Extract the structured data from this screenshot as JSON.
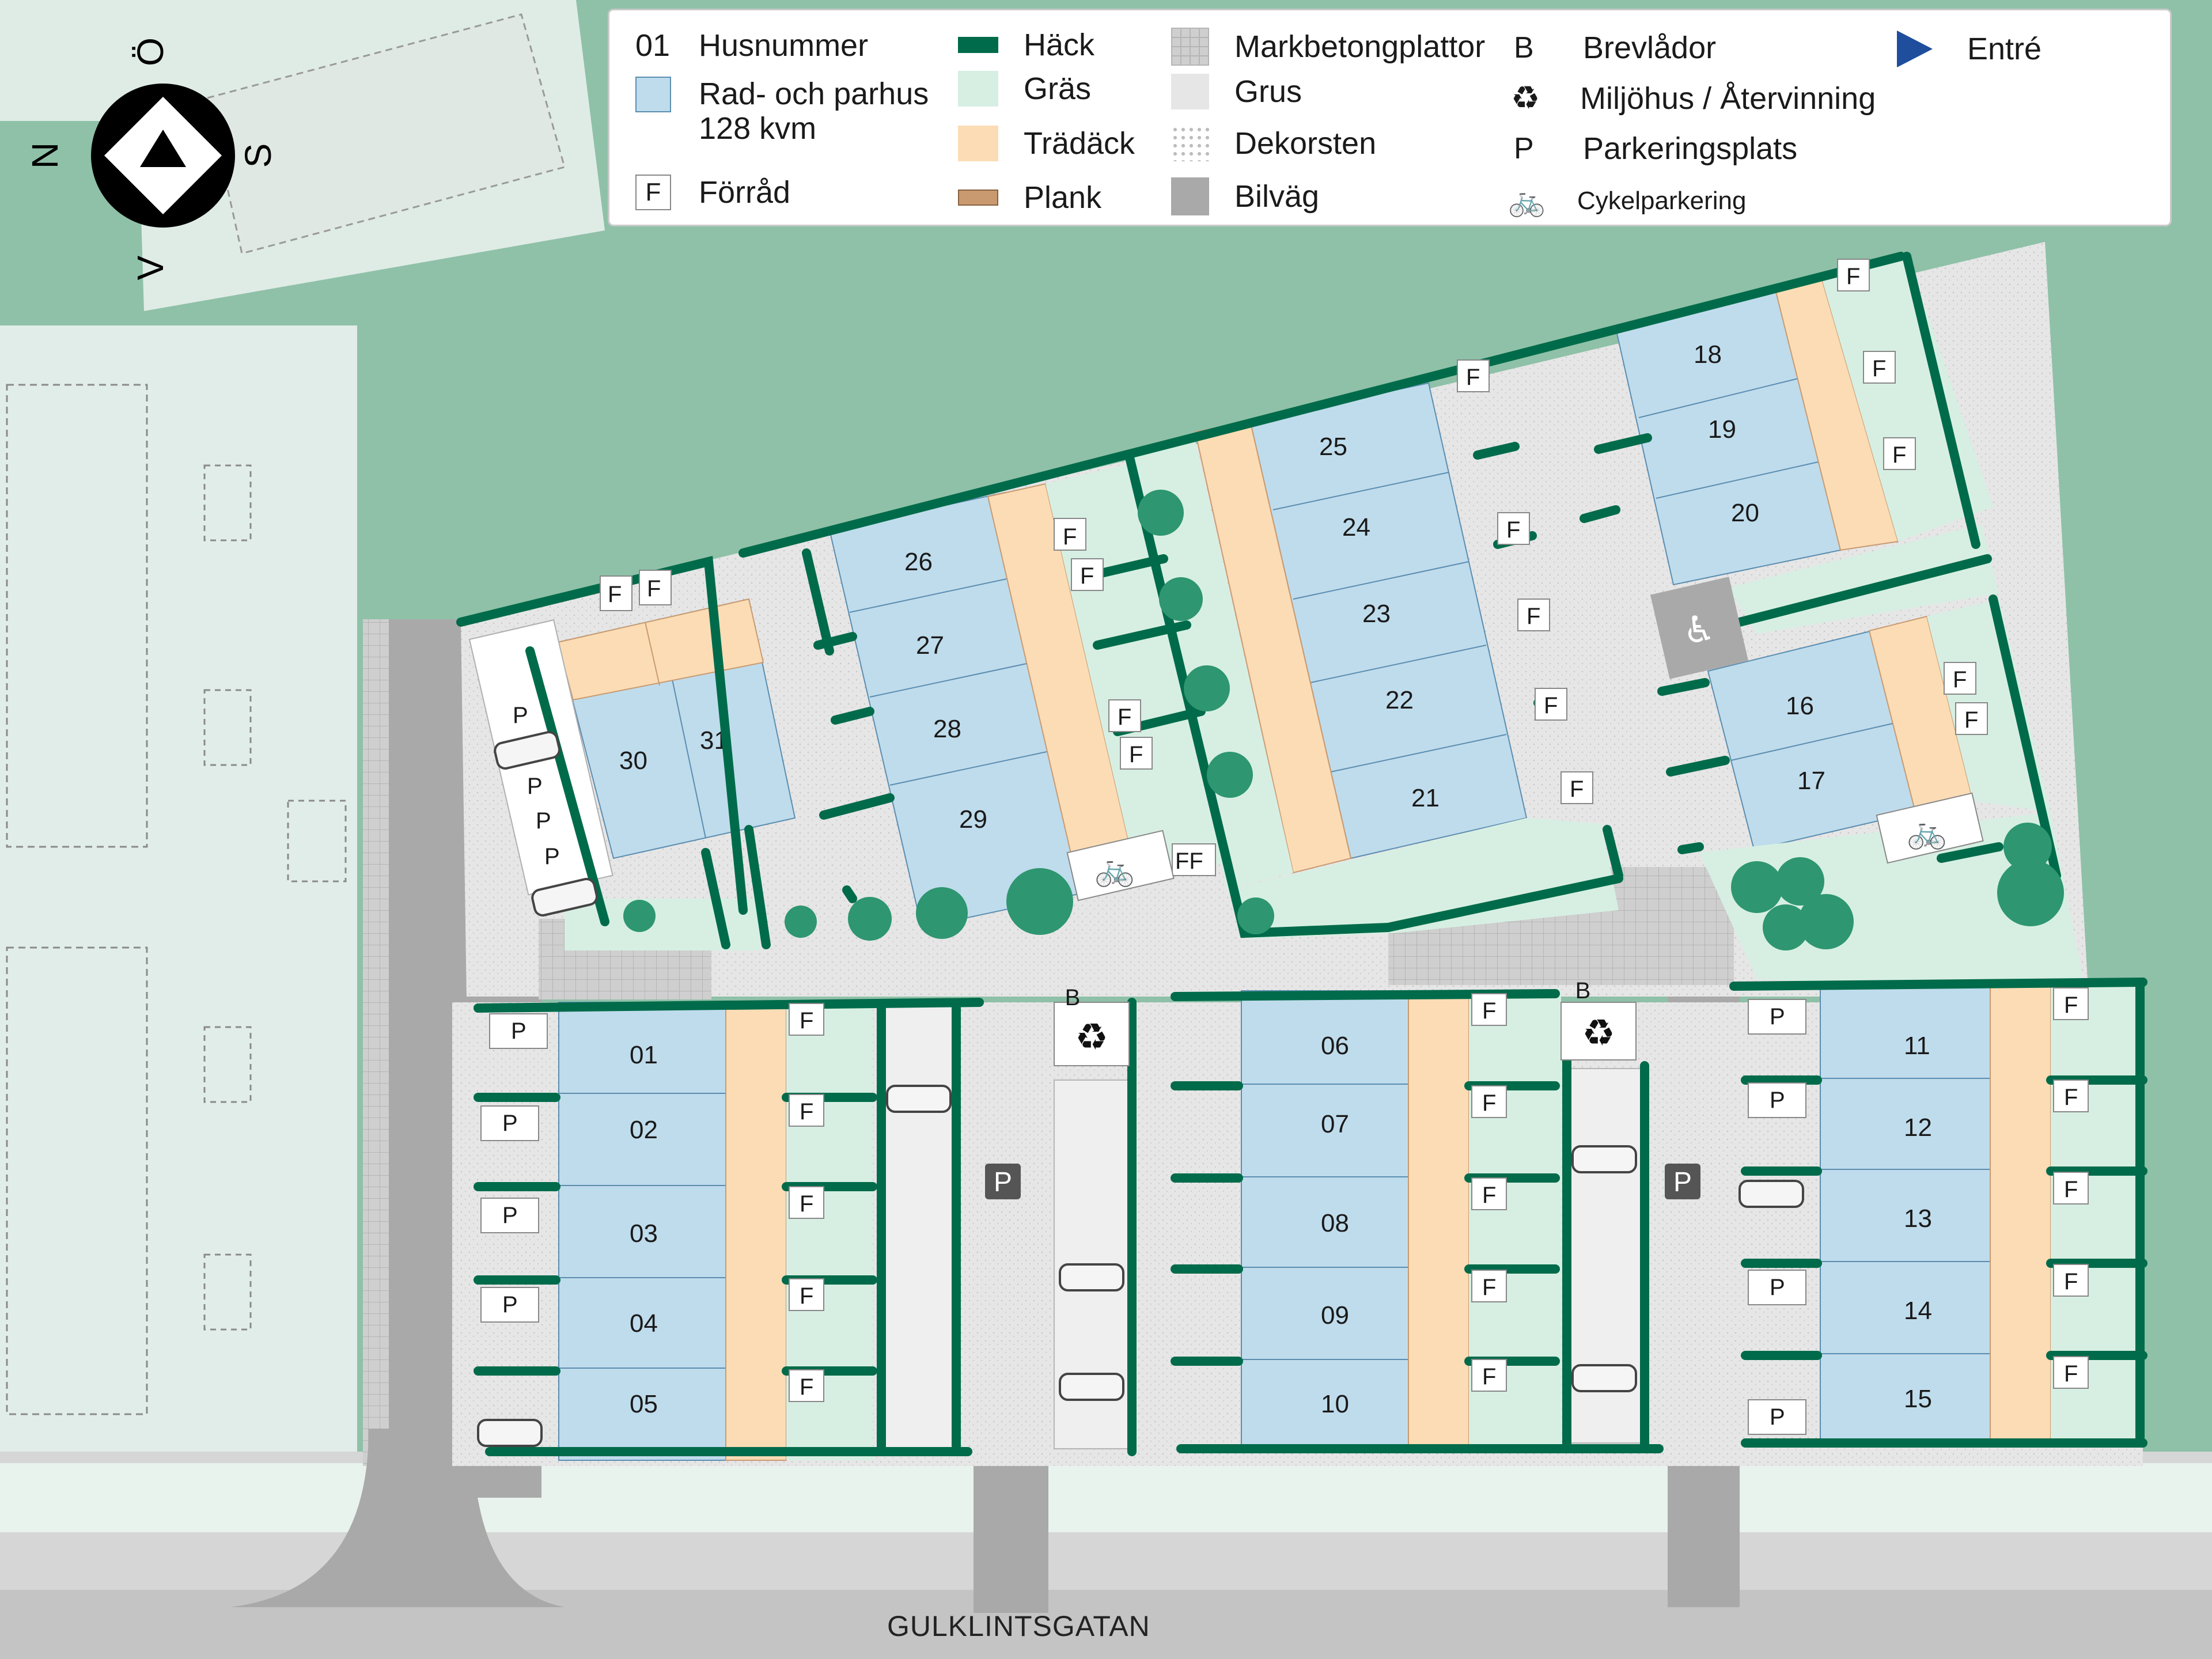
{
  "legend": {
    "husnummer_key": "01",
    "husnummer_label": "Husnummer",
    "rad_label": "Rad- och parhus\n128 kvm",
    "forrad_key": "F",
    "forrad_label": "Förråd",
    "hack_label": "Häck",
    "gras_label": "Gräs",
    "tradack_label": "Trädäck",
    "plank_label": "Plank",
    "markbetong_label": "Markbetongplattor",
    "grus_label": "Grus",
    "dekorsten_label": "Dekorsten",
    "bilvag_label": "Bilväg",
    "brevlador_key": "B",
    "brevlador_label": "Brevlådor",
    "miljohus_label": "Miljöhus / Återvinning",
    "parkering_key": "P",
    "parkering_label": "Parkeringsplats",
    "cykel_label": "Cykelparkering",
    "entre_label": "Entré"
  },
  "compass": {
    "north": "N",
    "south": "S",
    "east": "Ö",
    "west": "V"
  },
  "street_name": "GULKLINTSGATAN",
  "labels": {
    "forrad": "F",
    "forrad_double": "FF",
    "parking": "P",
    "mailbox": "B"
  },
  "houses": {
    "row_a": [
      "01",
      "02",
      "03",
      "04",
      "05"
    ],
    "row_b": [
      "06",
      "07",
      "08",
      "09",
      "10"
    ],
    "row_c": [
      "11",
      "12",
      "13",
      "14",
      "15"
    ],
    "row_d": [
      "16",
      "17"
    ],
    "row_e": [
      "18",
      "19",
      "20"
    ],
    "row_f": [
      "21",
      "22",
      "23",
      "24",
      "25"
    ],
    "row_g": [
      "26",
      "27",
      "28",
      "29"
    ],
    "row_h": [
      "30",
      "31"
    ]
  },
  "colors": {
    "hack": "#006b4a",
    "gras": "#d7efe3",
    "house": "#bfdcec",
    "tradack": "#fbdcb5",
    "plank": "#c99a70",
    "grus": "#e4e4e4",
    "bilvag": "#a9a9a9",
    "background_green": "#8fc1a8",
    "entre": "#1e4e9c"
  }
}
